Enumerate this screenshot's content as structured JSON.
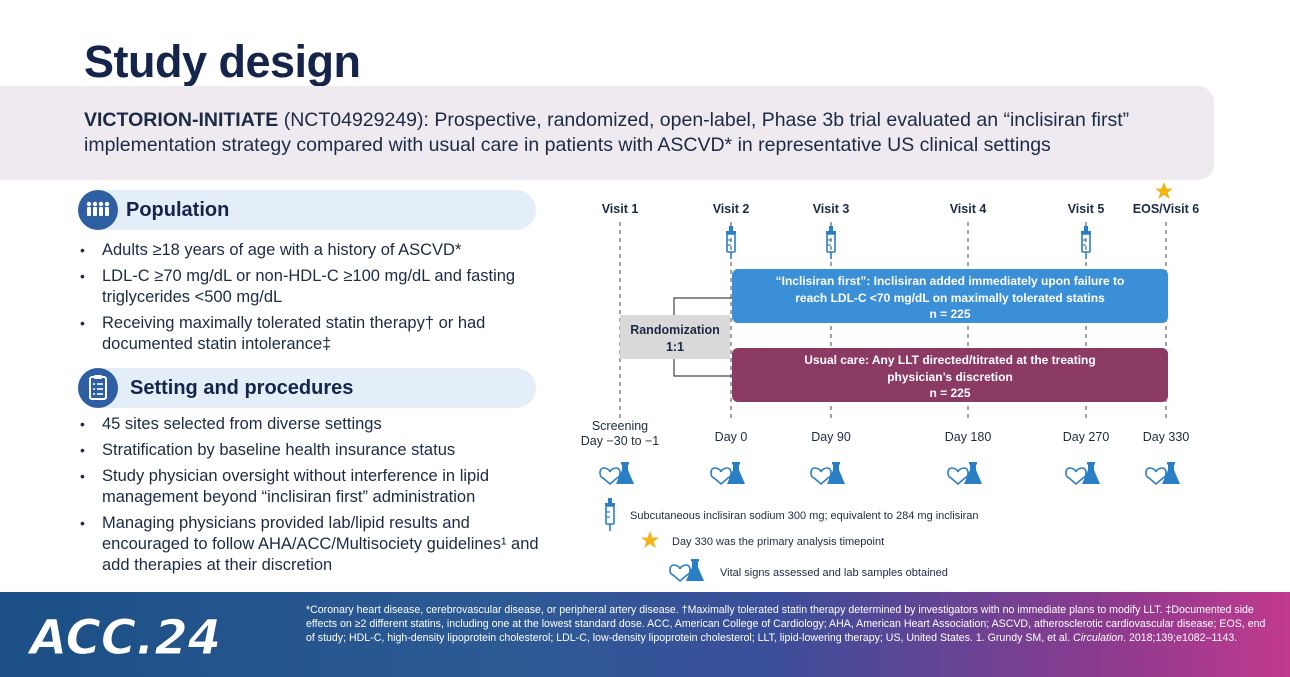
{
  "title": "Study design",
  "banner": {
    "bold": "VICTORION-INITIATE",
    "rest": " (NCT04929249): Prospective, randomized, open-label, Phase 3b trial evaluated an “inclisiran first” implementation strategy compared with usual care in patients with ASCVD* in representative US clinical settings"
  },
  "population": {
    "title": "Population",
    "icon": "people-icon",
    "items": [
      "Adults ≥18 years of age with a history of ASCVD*",
      "LDL-C ≥70 mg/dL or non-HDL-C ≥100 mg/dL and fasting triglycerides <500 mg/dL",
      "Receiving maximally tolerated statin therapy† or had documented statin intolerance‡"
    ]
  },
  "setting": {
    "title": "Setting and procedures",
    "icon": "clipboard-icon",
    "items": [
      "45 sites selected from diverse settings",
      "Stratification by baseline health insurance status",
      "Study physician oversight without interference in lipid management beyond “inclisiran first” administration",
      "Managing physicians provided lab/lipid results and encouraged to follow AHA/ACC/Multisociety guidelines¹ and add therapies at their discretion"
    ]
  },
  "diagram": {
    "visits": [
      "Visit 1",
      "Visit 2",
      "Visit 3",
      "Visit 4",
      "Visit 5",
      "EOS/Visit 6"
    ],
    "days": [
      "Screening\nDay −30 to −1",
      "Day 0",
      "Day 90",
      "Day 180",
      "Day 270",
      "Day 330"
    ],
    "randomization": [
      "Randomization",
      "1:1"
    ],
    "arm1": [
      "“Inclisiran first”: Inclisiran added immediately upon failure to",
      "reach LDL-C <70 mg/dL on maximally tolerated statins",
      "n = 225"
    ],
    "arm2": [
      "Usual care: Any LLT directed/titrated at the treating",
      "physician’s discretion",
      "n = 225"
    ],
    "colors": {
      "arm1": "#3a8fd6",
      "arm2": "#8b3a63",
      "star": "#f2b418",
      "randomization": "#d9d9d9"
    },
    "legend": [
      "Subcutaneous inclisiran sodium 300 mg; equivalent to 284 mg inclisiran",
      "Day 330 was the primary analysis timepoint",
      "Vital signs assessed and lab samples obtained"
    ]
  },
  "footer": {
    "logo": "ACC.24",
    "text_before": "*Coronary heart disease, cerebrovascular disease, or peripheral artery disease. †Maximally tolerated statin therapy determined by investigators with no immediate plans to modify LLT. ‡Documented side effects on ≥2 different statins, including one at the lowest standard dose. ACC, American College of Cardiology; AHA, American Heart Association; ASCVD, atherosclerotic cardiovascular disease; EOS, end of study; HDL-C, high-density lipoprotein cholesterol; LDL-C, low-density lipoprotein cholesterol; LLT, lipid-lowering therapy; US, United States. 1. Grundy SM, et al. ",
    "journal": "Circulation",
    "text_after": ". 2018;139;e1082–1143."
  }
}
